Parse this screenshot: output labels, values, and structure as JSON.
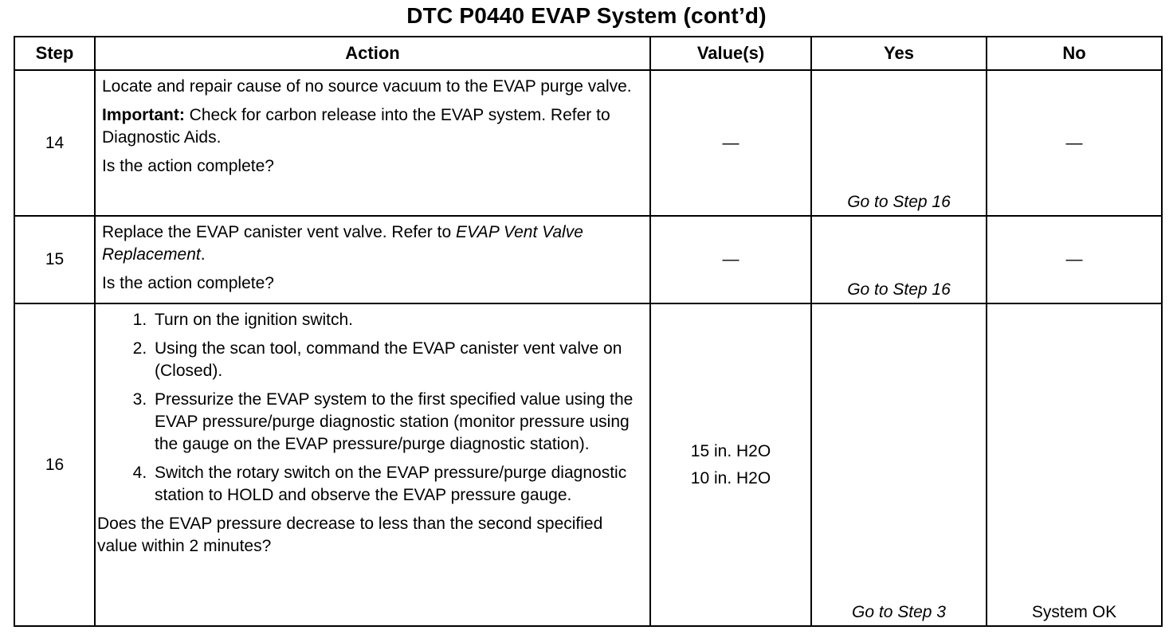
{
  "title": "DTC P0440 EVAP System (cont’d)",
  "columns": {
    "step": "Step",
    "action": "Action",
    "values": "Value(s)",
    "yes": "Yes",
    "no": "No"
  },
  "rows": [
    {
      "step": "14",
      "action_p1": "Locate and repair cause of no source vacuum to the EVAP purge valve.",
      "important_label": "Important:",
      "important_text": " Check for carbon release into the EVAP system. Refer to Diagnostic Aids.",
      "question": "Is the action complete?",
      "values": "—",
      "yes": "Go to Step 16",
      "no": "—"
    },
    {
      "step": "15",
      "action_p1_pre": "Replace the EVAP canister vent valve. Refer to ",
      "action_p1_ref": "EVAP Vent Valve Replacement",
      "action_p1_post": ".",
      "question": "Is the action complete?",
      "values": "—",
      "yes": "Go to Step 16",
      "no": "—"
    },
    {
      "step": "16",
      "list": [
        "Turn on the ignition switch.",
        "Using the scan tool, command the EVAP canister vent valve on (Closed).",
        "Pressurize the EVAP system to the first specified value using the EVAP pressure/purge diagnostic station (monitor pressure using the gauge on the EVAP pressure/purge diagnostic station).",
        "Switch the rotary switch on the EVAP pressure/purge diagnostic station to HOLD and observe the EVAP pressure gauge."
      ],
      "question": "Does the EVAP pressure decrease to less than the second specified value within 2 minutes?",
      "values": [
        "15 in. H2O",
        "10 in. H2O"
      ],
      "yes": "Go to Step 3",
      "no": "System OK"
    }
  ]
}
